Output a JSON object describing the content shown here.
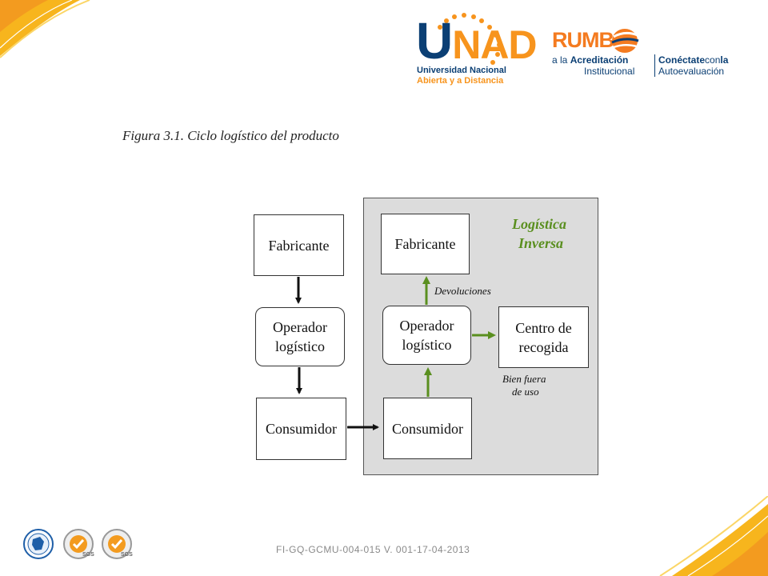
{
  "logos": {
    "unad": {
      "mark_u": "U",
      "mark_rest": "NAD",
      "line1": "Universidad Nacional",
      "line2": "Abierta y a Distancia"
    },
    "rumbo": {
      "title": "RUMB",
      "line1_pre": "a la ",
      "line1_bold": "Acreditación",
      "line2": "Institucional",
      "right_bold": "Conéctate",
      "right_mid": "con",
      "right_bold2": "la",
      "right_line2": "Autoevaluación"
    }
  },
  "figure": {
    "caption": "Figura 3.1. Ciclo logístico del producto"
  },
  "diagram": {
    "inverse_label_line1": "Logística",
    "inverse_label_line2": "Inversa",
    "left": {
      "manufacturer": "Fabricante",
      "operator_line1": "Operador",
      "operator_line2": "logístico",
      "consumer": "Consumidor"
    },
    "right": {
      "manufacturer": "Fabricante",
      "operator_line1": "Operador",
      "operator_line2": "logístico",
      "consumer": "Consumidor",
      "center_line1": "Centro de",
      "center_line2": "recogida"
    },
    "returns_label": "Devoluciones",
    "waste_line1": "Bien fuera",
    "waste_line2": "de uso"
  },
  "footer": {
    "doc_code": "FI-GQ-GCMU-004-015 V. 001-17-04-2013",
    "cert_label": "SGS"
  },
  "colors": {
    "orange": "#f7941d",
    "navy": "#0b3f74",
    "green": "#5a8f1f"
  }
}
